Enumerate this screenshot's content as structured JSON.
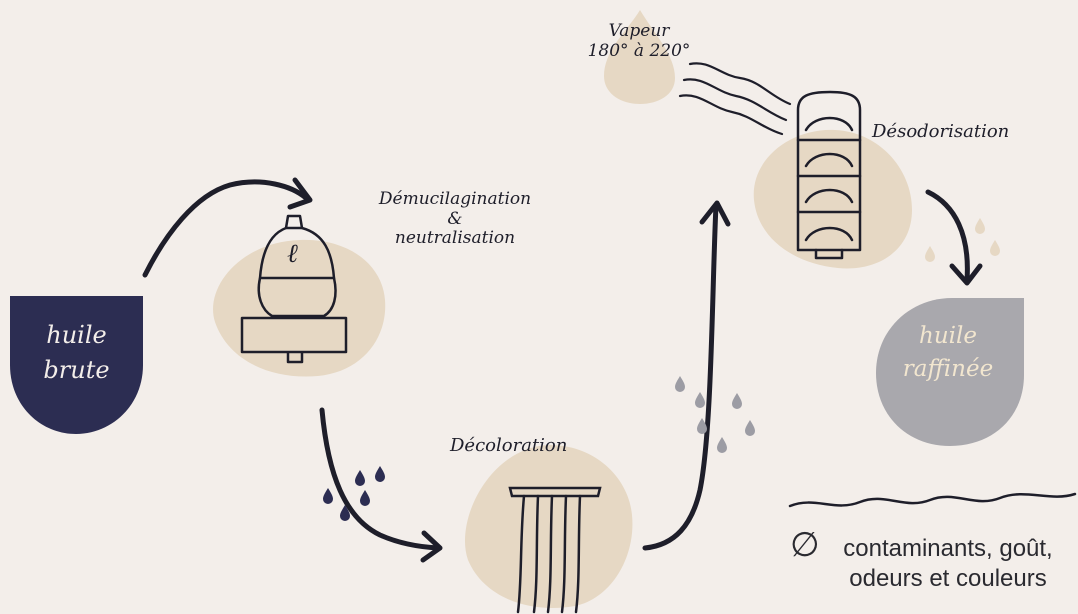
{
  "colors": {
    "background": "#f3eeea",
    "blob": "#e6d8c4",
    "ink": "#1e1e2a",
    "raw_oil_drop": "#2c2d52",
    "refined_oil_drop": "#a9a8ad",
    "refined_text": "#f2e6cf",
    "water_drop_dark": "#2c2d52",
    "water_drop_grey": "#9c9ca4",
    "water_drop_beige": "#e6d8c4"
  },
  "raw_oil": {
    "line1": "huile",
    "line2": "brute"
  },
  "refined_oil": {
    "line1": "huile",
    "line2": "raffinée"
  },
  "steps": {
    "demucilagination": {
      "line1": "Démucilagination",
      "line2": "&",
      "line3": "neutralisation",
      "tank_symbol": "ℓ"
    },
    "decoloration": {
      "label": "Décoloration"
    },
    "desodorisation": {
      "label": "Désodorisation"
    }
  },
  "steam": {
    "line1": "Vapeur",
    "line2": "180° à 220°"
  },
  "result": {
    "symbol": "∅",
    "line1": "contaminants, goût,",
    "line2": "odeurs et couleurs"
  },
  "icons": [
    "arrow-icon",
    "water-drop-icon",
    "steam-wave-icon",
    "tank-icon",
    "filter-icon",
    "column-icon",
    "empty-set-icon"
  ]
}
